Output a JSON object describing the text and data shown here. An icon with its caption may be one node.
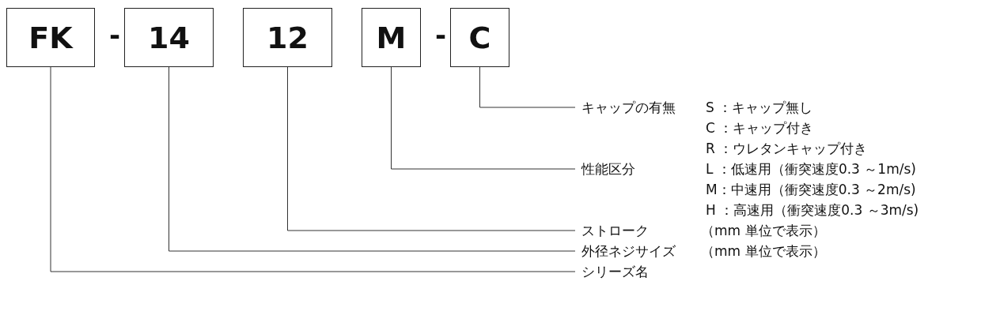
{
  "diagram": {
    "nodes": [
      {
        "text": [
          "FK"
        ]
      },
      {
        "text": [
          "14"
        ]
      },
      {
        "text": [
          "12"
        ]
      },
      {
        "text": [
          "M"
        ]
      },
      {
        "text": [
          "C"
        ]
      },
      {
        "text": [
          "キャップの有無"
        ],
        "beside": [
          "S ：キャップ無し",
          "C ：キャップ付き",
          "R ：ウレタンキャップ付き"
        ]
      },
      {
        "text": [
          "性能区分"
        ],
        "beside": [
          "L ：低速用（衝突速度0.3 ～1m/s)",
          "M：中速用（衝突速度0.3 ～2m/s)",
          "H ：高速用（衝突速度0.3 ～3m/s)"
        ]
      },
      {
        "text": [
          "ストローク"
        ]
      },
      {
        "text": [
          "外径ネジサイズ"
        ]
      },
      {
        "text": [
          "シリーズ名"
        ]
      }
    ],
    "edges": [
      {
        "from": 4,
        "to": 5,
        "arrow": "none"
      },
      {
        "from": 3,
        "to": 6,
        "arrow": "none"
      },
      {
        "from": 2,
        "to": 7,
        "arrow": "none"
      },
      {
        "from": 1,
        "to": 8,
        "arrow": "none"
      },
      {
        "from": 0,
        "to": 9,
        "arrow": "none"
      }
    ],
    "labels": [
      "-",
      "-",
      "（mm 単位で表示）",
      "（mm 単位で表示）"
    ]
  }
}
